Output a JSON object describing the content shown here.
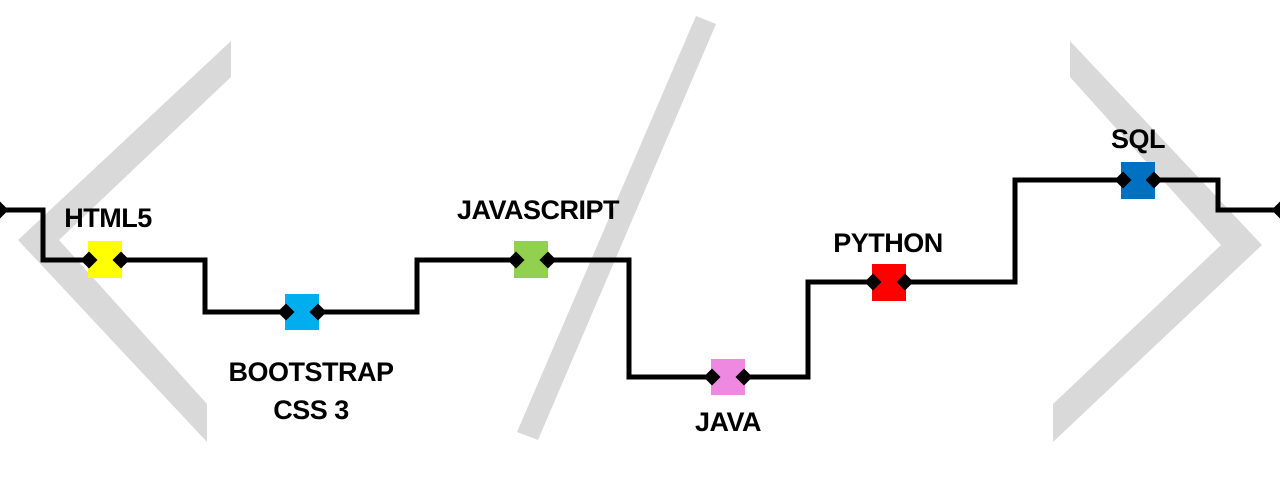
{
  "diagram": {
    "nodes": [
      {
        "id": "html5",
        "label_lines": [
          "HTML5"
        ],
        "color": "#ffff00"
      },
      {
        "id": "bootstrap",
        "label_lines": [
          "BOOTSTRAP",
          "CSS 3"
        ],
        "color": "#00aeef"
      },
      {
        "id": "javascript",
        "label_lines": [
          "JAVASCRIPT"
        ],
        "color": "#92d050"
      },
      {
        "id": "java",
        "label_lines": [
          "JAVA"
        ],
        "color": "#ef88e0"
      },
      {
        "id": "python",
        "label_lines": [
          "PYTHON"
        ],
        "color": "#ff0000"
      },
      {
        "id": "sql",
        "label_lines": [
          "SQL"
        ],
        "color": "#0070c0"
      }
    ],
    "colors": {
      "line": "#000000",
      "connector": "#000000",
      "background_symbol": "#d9d9d9",
      "background": "#ffffff"
    },
    "background_symbols": [
      "left-angle-bracket-shape",
      "slash-shape",
      "right-angle-bracket-shape"
    ]
  }
}
